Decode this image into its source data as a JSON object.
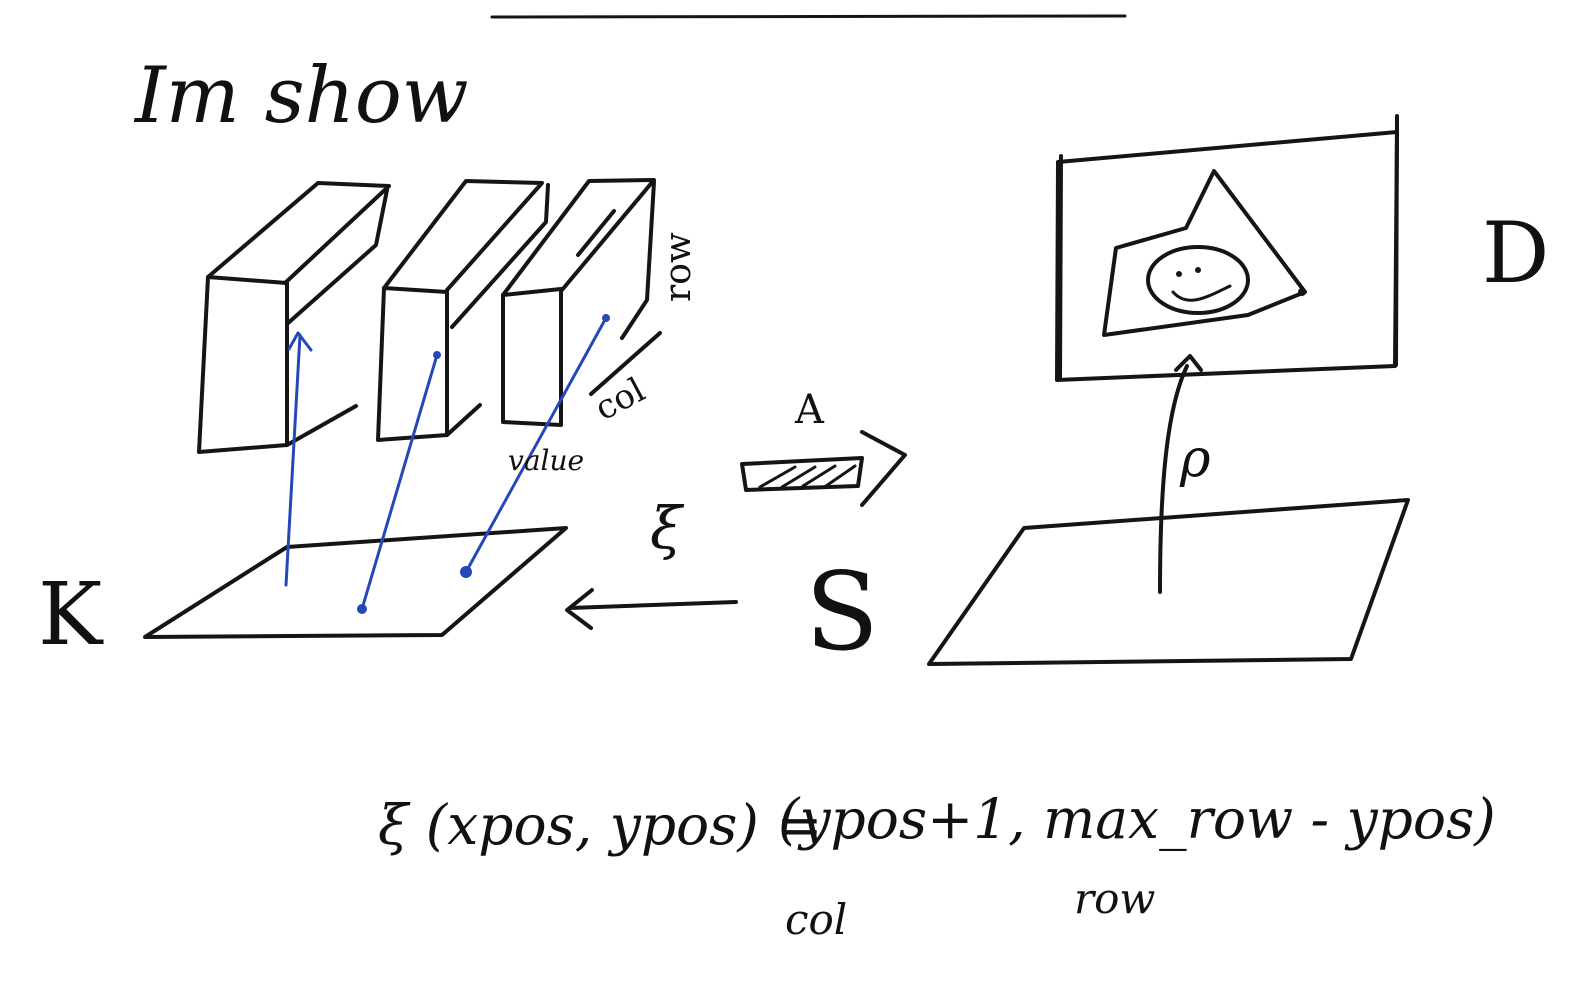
{
  "title": "Im show",
  "labels": {
    "row": "row",
    "col": "col",
    "value": "value",
    "K": "K",
    "S": "S",
    "D": "D",
    "A": "A",
    "xi": "ξ",
    "rho": "ρ"
  },
  "equation": {
    "lhs": "ξ (xpos, ypos) =",
    "rhs": "(ypos+1, max_row - ypos)",
    "under_first": "col",
    "under_second": "row"
  },
  "colors": {
    "ink": "#151515",
    "blue_marker": "#2548b8"
  }
}
